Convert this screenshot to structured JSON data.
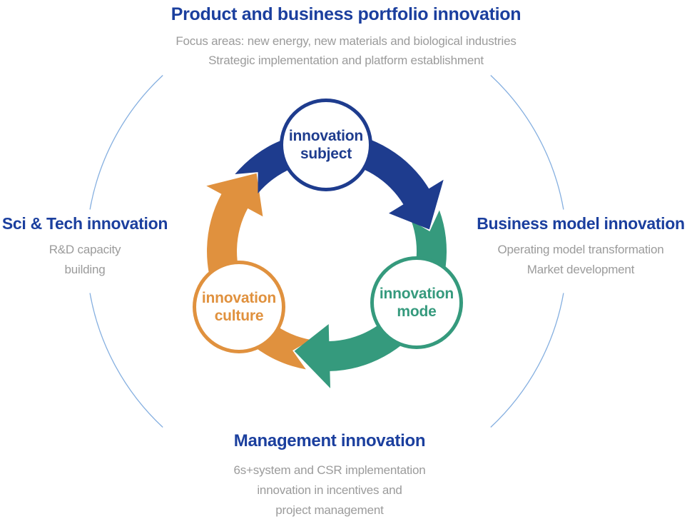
{
  "colors": {
    "heading_blue": "#1b3f9e",
    "navy": "#1e3c8e",
    "green": "#359a7d",
    "orange": "#e0913e",
    "gray_text": "#9b9b9b",
    "outer_arc": "#85afe0",
    "node_fill": "#ffffff"
  },
  "top_block": {
    "title": "Product and business portfolio innovation",
    "line1": "Focus areas: new energy, new materials and biological industries",
    "line2": "Strategic implementation and platform establishment"
  },
  "left_block": {
    "title": "Sci & Tech innovation",
    "line1": "R&D capacity",
    "line2": "building"
  },
  "right_block": {
    "title": "Business model innovation",
    "line1": "Operating model transformation",
    "line2": "Market development"
  },
  "bottom_block": {
    "title": "Management innovation",
    "line1": "6s+system and CSR implementation",
    "line2": "innovation in incentives and",
    "line3": "project management"
  },
  "nodes": {
    "subject": {
      "line1": "innovation",
      "line2": "subject"
    },
    "mode": {
      "line1": "innovation",
      "line2": "mode"
    },
    "culture": {
      "line1": "innovation",
      "line2": "culture"
    }
  }
}
